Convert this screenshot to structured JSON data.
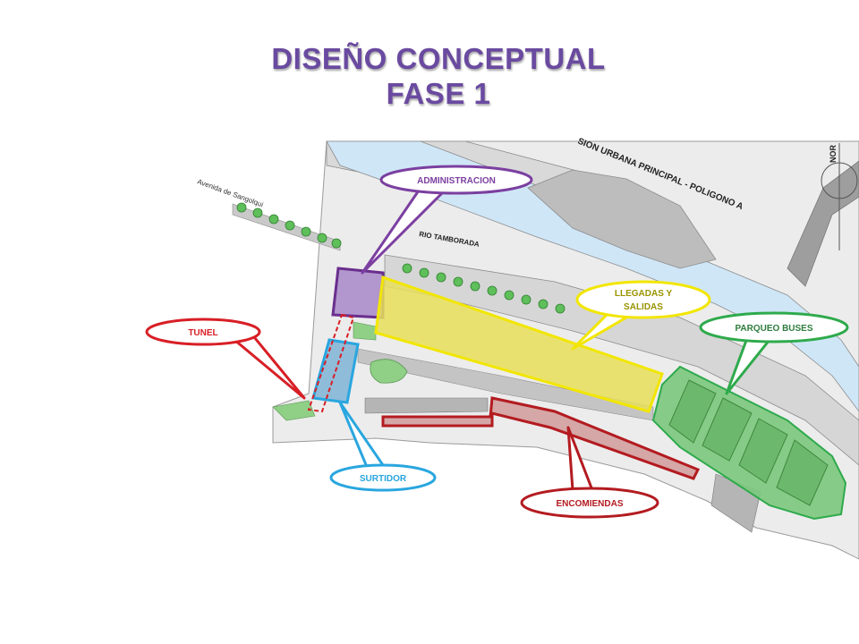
{
  "title": {
    "line1": "DISEÑO CONCEPTUAL",
    "line2": "FASE 1"
  },
  "map": {
    "street_avenida": "Avenida de Sangolqui",
    "street_rio": "RIO TAMBORADA",
    "plot_label": "SION URBANA PRINCIPAL - POLIGONO A",
    "north_label": "NOR"
  },
  "callouts": {
    "administracion": {
      "text": "ADMINISTRACION",
      "color": "#7b3fa0"
    },
    "llegadas_line1": "LLEGADAS Y",
    "llegadas_line2": "SALIDAS",
    "llegadas_color": "#f2e600",
    "parqueo": {
      "text": "PARQUEO BUSES",
      "color": "#2eaa4c"
    },
    "tunel": {
      "text": "TUNEL",
      "color": "#d81f26"
    },
    "surtidor": {
      "text": "SURTIDOR",
      "color": "#29a6df"
    },
    "encomiendas": {
      "text": "ENCOMIENDAS",
      "color": "#b31b20"
    }
  }
}
